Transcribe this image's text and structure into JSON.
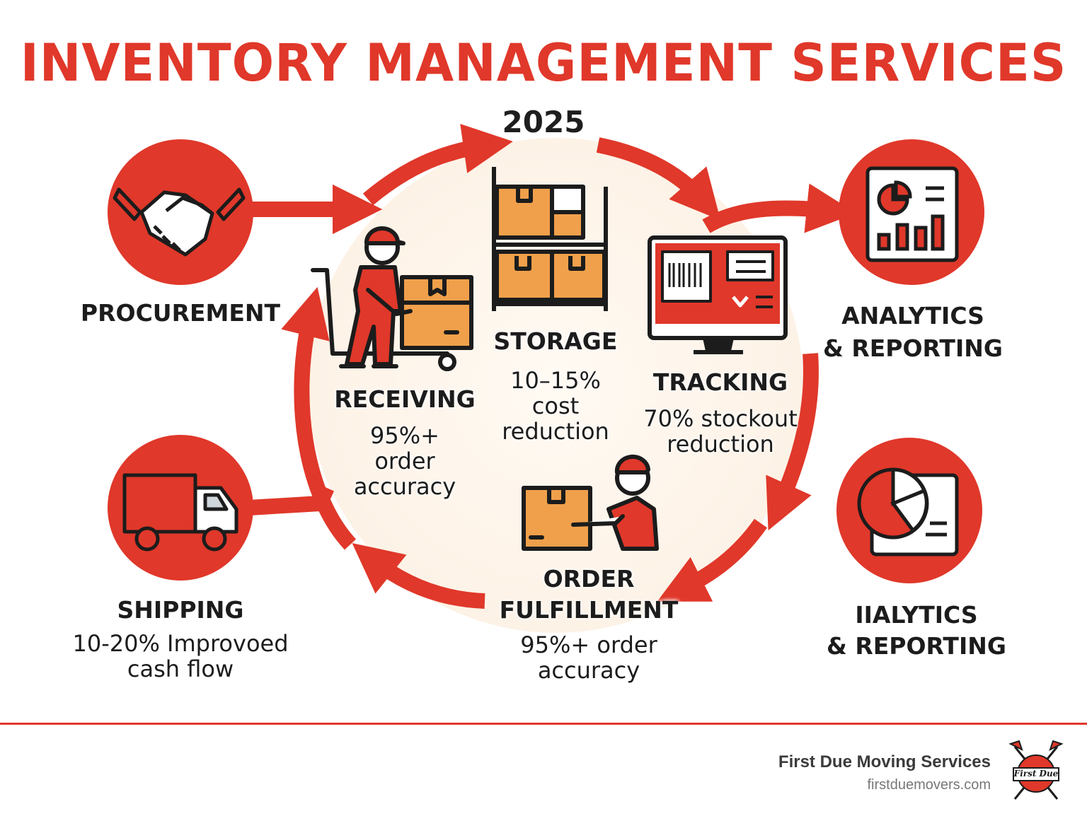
{
  "title": "INVENTORY MANAGEMENT SERVICES",
  "year": "2025",
  "colors": {
    "accent": "#e0382a",
    "box_orange": "#f0a04b",
    "dark": "#1c1c1c",
    "center_fill": "#fff8ef"
  },
  "nodes": {
    "procurement": {
      "label": "PROCUREMENT",
      "icon": "handshake-icon"
    },
    "receiving": {
      "label": "RECEIVING",
      "stat": [
        "95%+",
        "order",
        "accuracy"
      ],
      "icon": "worker-hand-truck-icon"
    },
    "storage": {
      "label": "STORAGE",
      "stat": [
        "10–15%",
        "cost",
        "reduction"
      ],
      "icon": "shelf-boxes-icon"
    },
    "tracking": {
      "label": "TRACKING",
      "stat": [
        "70% stockout",
        "reduction"
      ],
      "icon": "barcode-monitor-icon"
    },
    "order_fulfillment": {
      "label": [
        "ORDER",
        "FULFILLMENT"
      ],
      "stat": [
        "95%+ order",
        "accuracy"
      ],
      "icon": "worker-box-handoff-icon"
    },
    "shipping": {
      "label": "SHIPPING",
      "stat": [
        "10-20% Improvoed",
        "cash flow"
      ],
      "icon": "truck-icon"
    },
    "analytics_top": {
      "label": [
        "ANALYTICS",
        "& REPORTING"
      ],
      "icon": "bar-chart-report-icon"
    },
    "analytics_bottom": {
      "label": [
        "IIALYTICS",
        "& REPORTING"
      ],
      "icon": "pie-chart-report-icon"
    }
  },
  "footer": {
    "brand": "First Due Moving Services",
    "site": "firstduemovers.com",
    "logo_text": "First Due",
    "logo_icon": "fire-axe-badge-icon"
  }
}
